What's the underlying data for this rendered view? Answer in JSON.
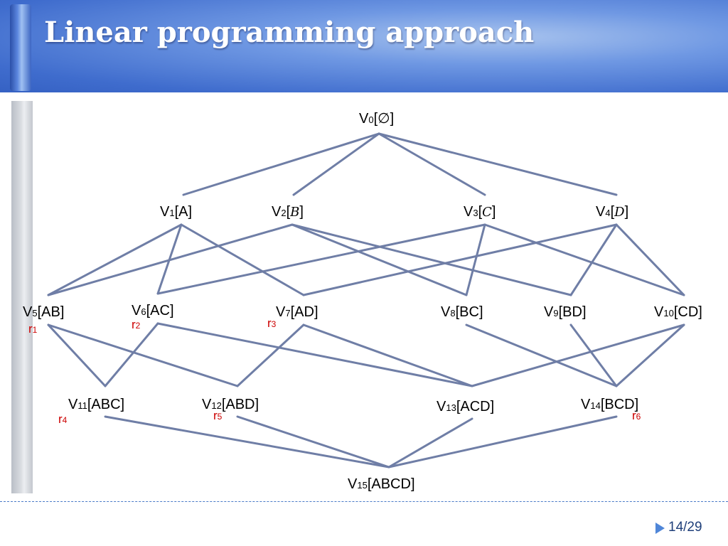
{
  "slide": {
    "title": "Linear programming approach",
    "page": "14/29"
  },
  "diagram": {
    "nodes": [
      {
        "id": "V0",
        "prefix": "V",
        "index": "0",
        "open": "[",
        "set": "∅",
        "close": "]",
        "italic": false,
        "region": ""
      },
      {
        "id": "V1",
        "prefix": "V",
        "index": "1",
        "open": "[",
        "set": "A",
        "close": "]",
        "italic": false,
        "region": ""
      },
      {
        "id": "V2",
        "prefix": "V",
        "index": "2",
        "open": "[",
        "set": "B",
        "close": "]",
        "italic": true,
        "region": ""
      },
      {
        "id": "V3",
        "prefix": "V",
        "index": "3",
        "open": "[",
        "set": "C",
        "close": "]",
        "italic": true,
        "region": ""
      },
      {
        "id": "V4",
        "prefix": "V",
        "index": "4",
        "open": "[",
        "set": "D",
        "close": "]",
        "italic": true,
        "region": ""
      },
      {
        "id": "V5",
        "prefix": "V",
        "index": "5",
        "open": "[",
        "set": "AB",
        "close": "]",
        "italic": false,
        "region": "r1"
      },
      {
        "id": "V6",
        "prefix": "V",
        "index": "6",
        "open": "[",
        "set": "AC",
        "close": "]",
        "italic": false,
        "region": "r2"
      },
      {
        "id": "V7",
        "prefix": "V",
        "index": "7",
        "open": "[",
        "set": "AD",
        "close": "]",
        "italic": false,
        "region": "r3"
      },
      {
        "id": "V8",
        "prefix": "V",
        "index": "8",
        "open": "[",
        "set": "BC",
        "close": "]",
        "italic": false,
        "region": ""
      },
      {
        "id": "V9",
        "prefix": "V",
        "index": "9",
        "open": "[",
        "set": "BD",
        "close": "]",
        "italic": false,
        "region": ""
      },
      {
        "id": "V10",
        "prefix": "V",
        "index": "10",
        "open": "[",
        "set": "CD",
        "close": "]",
        "italic": false,
        "region": ""
      },
      {
        "id": "V11",
        "prefix": "V",
        "index": "11",
        "open": "[",
        "set": "ABC",
        "close": "]",
        "italic": false,
        "region": "r4"
      },
      {
        "id": "V12",
        "prefix": "V",
        "index": "12",
        "open": "[",
        "set": "ABD",
        "close": "]",
        "italic": false,
        "region": "r5"
      },
      {
        "id": "V13",
        "prefix": "V",
        "index": "13",
        "open": "[",
        "set": "ACD",
        "close": "]",
        "italic": false,
        "region": ""
      },
      {
        "id": "V14",
        "prefix": "V",
        "index": "14",
        "open": "[",
        "set": "BCD",
        "close": "]",
        "italic": false,
        "region": "r6"
      },
      {
        "id": "V15",
        "prefix": "V",
        "index": "15",
        "open": "[",
        "set": "ABCD",
        "close": "]",
        "italic": false,
        "region": ""
      }
    ],
    "edges": [
      [
        "V0",
        "V1"
      ],
      [
        "V0",
        "V2"
      ],
      [
        "V0",
        "V3"
      ],
      [
        "V0",
        "V4"
      ],
      [
        "V1",
        "V5"
      ],
      [
        "V1",
        "V6"
      ],
      [
        "V1",
        "V7"
      ],
      [
        "V2",
        "V5"
      ],
      [
        "V2",
        "V8"
      ],
      [
        "V2",
        "V9"
      ],
      [
        "V3",
        "V6"
      ],
      [
        "V3",
        "V8"
      ],
      [
        "V3",
        "V10"
      ],
      [
        "V4",
        "V7"
      ],
      [
        "V4",
        "V9"
      ],
      [
        "V4",
        "V10"
      ],
      [
        "V5",
        "V11"
      ],
      [
        "V5",
        "V12"
      ],
      [
        "V6",
        "V11"
      ],
      [
        "V6",
        "V13"
      ],
      [
        "V7",
        "V12"
      ],
      [
        "V7",
        "V13"
      ],
      [
        "V8",
        "V14"
      ],
      [
        "V9",
        "V14"
      ],
      [
        "V10",
        "V13"
      ],
      [
        "V10",
        "V14"
      ],
      [
        "V11",
        "V15"
      ],
      [
        "V12",
        "V15"
      ],
      [
        "V13",
        "V15"
      ],
      [
        "V14",
        "V15"
      ]
    ],
    "edge_color": "#6f7ea6"
  }
}
